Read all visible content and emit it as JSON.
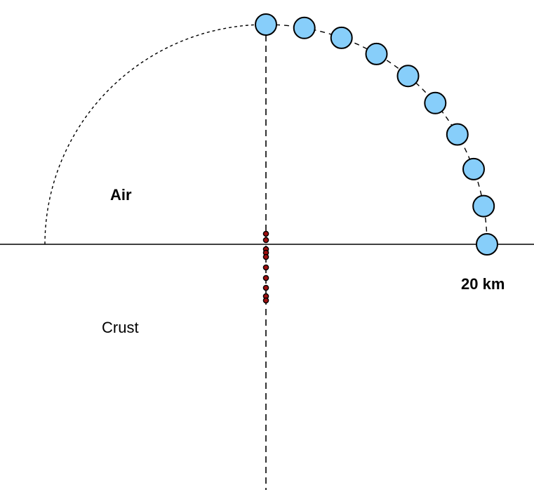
{
  "labels": {
    "air": "Air",
    "crust": "Crust",
    "distance": "20 km"
  },
  "colors": {
    "receiver_fill": "#87cefa",
    "source_fill": "#a01010",
    "line": "#000000"
  },
  "geometry_semantics": {
    "receiver_count": 10,
    "source_count": 9
  }
}
